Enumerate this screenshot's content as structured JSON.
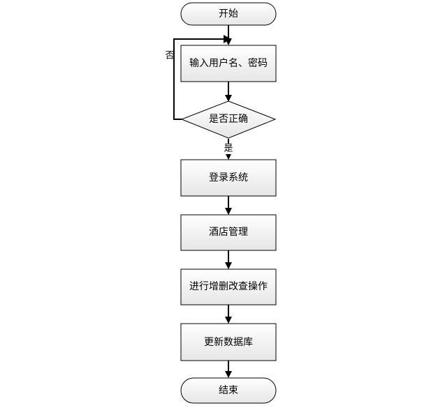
{
  "diagram": {
    "nodes": {
      "start": "开始",
      "input": "输入用户名、密码",
      "check": "是否正确",
      "login": "登录系统",
      "hotel": "酒店管理",
      "crud": "进行增删改查操作",
      "update": "更新数据库",
      "end": "结束"
    },
    "edges": {
      "no_label": "否",
      "yes_label": "是"
    }
  }
}
